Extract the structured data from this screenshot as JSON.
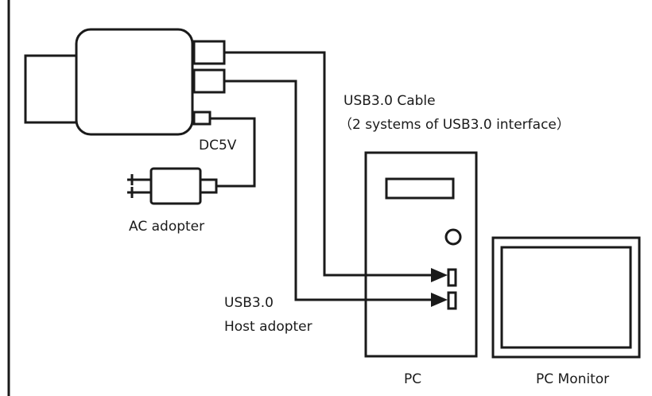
{
  "labels": {
    "dc5v": "DC5V",
    "ac_adopter": "AC adopter",
    "usb_cable_line1": "USB3.0 Cable",
    "usb_cable_line2": "（2 systems of USB3.0 interface）",
    "host_adopter_line1": "USB3.0",
    "host_adopter_line2": "Host adopter",
    "pc": "PC",
    "pc_monitor": "PC Monitor"
  },
  "colors": {
    "stroke": "#1a1a1a",
    "background": "#ffffff"
  }
}
